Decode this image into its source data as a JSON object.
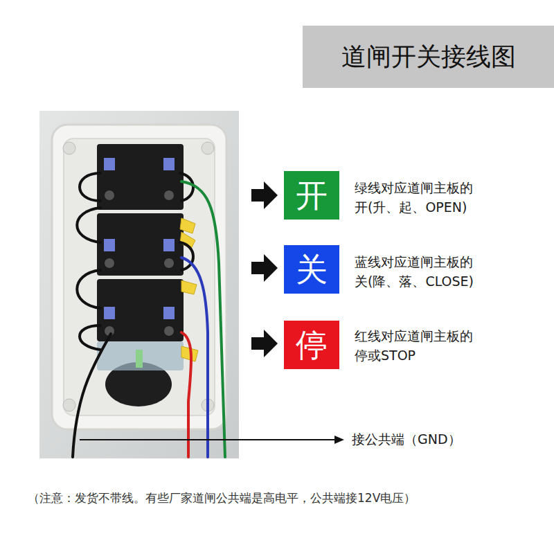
{
  "diagram": {
    "title": "道闸开关接线图",
    "nodes": [
      {
        "text": [
          "开"
        ]
      },
      {
        "text": [
          "关"
        ]
      },
      {
        "text": [
          "停"
        ]
      }
    ],
    "labels": [
      "绿线对应道闸主板的 开(升、起、OPEN)",
      "蓝线对应道闸主板的 关(降、落、CLOSE)",
      "红线对应道闸主板的 停或STOP",
      "接公共端（GND）",
      "（注意：发货不带线。有些厂家道闸公共端是高电平，公共端接12V电压）"
    ]
  }
}
